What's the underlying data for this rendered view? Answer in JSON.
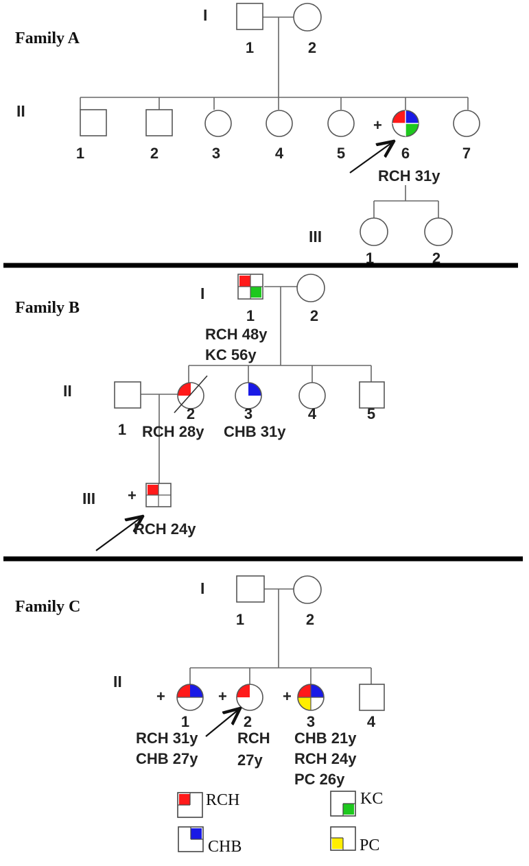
{
  "families": [
    {
      "id": "A",
      "label": "Family A"
    },
    {
      "id": "B",
      "label": "Family B"
    },
    {
      "id": "C",
      "label": "Family C"
    }
  ],
  "generations": {
    "I": "I",
    "II": "II",
    "III": "III"
  },
  "numbers": [
    "1",
    "2",
    "3",
    "4",
    "5",
    "6",
    "7"
  ],
  "plus": "+",
  "colors": {
    "RCH": "#ff1a1a",
    "CHB": "#1a1ae6",
    "KC": "#1ec81e",
    "PC": "#ffee00"
  },
  "familyA": {
    "proband_note": "RCH 31y"
  },
  "familyB": {
    "i1_notes": [
      "RCH 48y",
      "KC 56y"
    ],
    "ii2_note": "RCH 28y",
    "ii3_note": "CHB 31y",
    "iii1_note": "RCH 24y"
  },
  "familyC": {
    "ii1_notes": [
      "RCH 31y",
      "CHB 27y"
    ],
    "ii2_notes": [
      "RCH",
      "27y"
    ],
    "ii3_notes": [
      "CHB 21y",
      "RCH 24y",
      "PC 26y"
    ]
  },
  "legend": [
    {
      "code": "RCH",
      "label": "RCH"
    },
    {
      "code": "KC",
      "label": "KC"
    },
    {
      "code": "CHB",
      "label": "CHB"
    },
    {
      "code": "PC",
      "label": "PC"
    }
  ]
}
